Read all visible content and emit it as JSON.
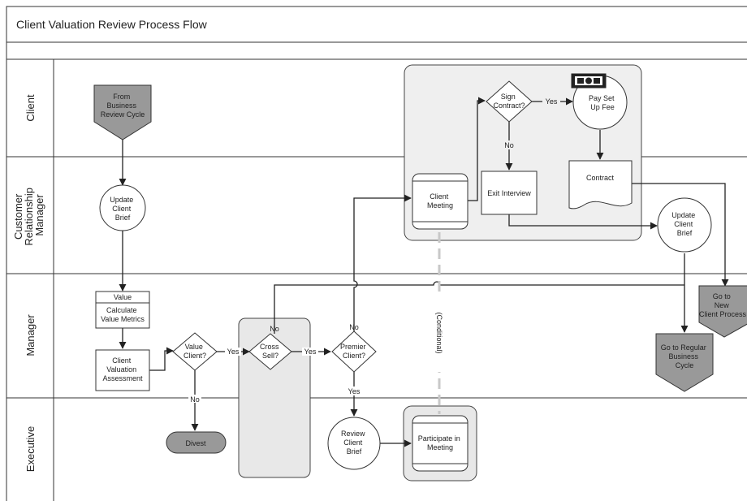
{
  "title": "Client Valuation Review Process Flow",
  "lanes": [
    "Client",
    "Customer Relationship Manager",
    "Manager",
    "Executive"
  ],
  "nodes": {
    "from_business": "From Business Review Cycle",
    "update_brief_1": "Update Client Brief",
    "value_header": "Value",
    "calc_metrics": "Calculate Value Metrics",
    "valuation_assessment": "Client Valuation Assessment",
    "value_client": "Value Client?",
    "divest": "Divest",
    "cross_sell": "Cross Sell?",
    "premier_client": "Premier Client?",
    "review_brief": "Review Client Brief",
    "participate": "Participate in Meeting",
    "client_meeting": "Client Meeting",
    "sign_contract": "Sign Contract?",
    "pay_fee": "Pay Set Up Fee",
    "exit_interview": "Exit Interview",
    "contract": "Contract",
    "update_brief_2": "Update Client Brief",
    "go_new_client": "Go to New Client Process",
    "go_regular": "Go to Regular Business Cycle"
  },
  "edge_labels": {
    "value_no": "No",
    "value_yes": "Yes",
    "cross_yes": "Yes",
    "cross_no": "No",
    "premier_no": "No",
    "premier_yes": "Yes",
    "sign_yes": "Yes",
    "sign_no": "No",
    "conditional": "(Conditional)"
  },
  "icons": {
    "money": "money-icon"
  }
}
